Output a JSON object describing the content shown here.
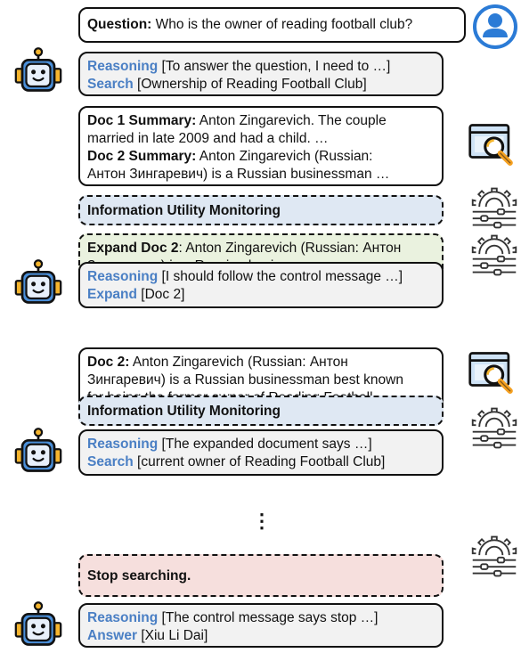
{
  "question": {
    "label": "Question:",
    "text": "Who is the owner of reading football club?"
  },
  "step1": {
    "reasoning_kw": "Reasoning",
    "reasoning": "[To answer the question, I need to …]",
    "search_kw": "Search",
    "search": "[Ownership of Reading Football Club]"
  },
  "docs1": {
    "d1_label": "Doc 1 Summary:",
    "d1_text1": "Anton Zingarevich. The couple",
    "d1_text2": "married in late 2009 and had a child. …",
    "d2_label": "Doc 2 Summary:",
    "d2_text1": "Anton Zingarevich (Russian:",
    "d2_text2": "Антон Зингаревич) is a Russian businessman …"
  },
  "monitor1": {
    "text": "Information Utility Monitoring"
  },
  "expand": {
    "label": "Expand Doc 2",
    "text1": ": Anton Zingarevich (Russian: Антон",
    "text2": "Зингаревич) is a Russian businessman …"
  },
  "step2": {
    "reasoning_kw": "Reasoning",
    "reasoning": "[I should follow the control message …]",
    "expand_kw": "Expand",
    "expand": "[Doc 2]"
  },
  "doc2": {
    "label": "Doc 2:",
    "text1": "Anton Zingarevich (Russian: Антон",
    "text2": "Зингаревич) is a Russian businessman best known",
    "text3": "for being the former owner of Reading Football …"
  },
  "monitor2": {
    "text": "Information Utility Monitoring"
  },
  "step3": {
    "reasoning_kw": "Reasoning",
    "reasoning": "[The expanded document says …]",
    "search_kw": "Search",
    "search": "[current owner of Reading Football Club]"
  },
  "ellipsis": "⋮",
  "stop": {
    "text": "Stop searching."
  },
  "step4": {
    "reasoning_kw": "Reasoning",
    "reasoning": "[The control message says stop …]",
    "answer_kw": "Answer",
    "answer": "[Xiu Li Dai]"
  },
  "colors": {
    "keyword": "#4a7fc4",
    "monitor_bg": "#dfe8f3",
    "expand_bg": "#eaf2df",
    "stop_bg": "#f6dfdd",
    "user_icon": "#2b7bd6"
  }
}
